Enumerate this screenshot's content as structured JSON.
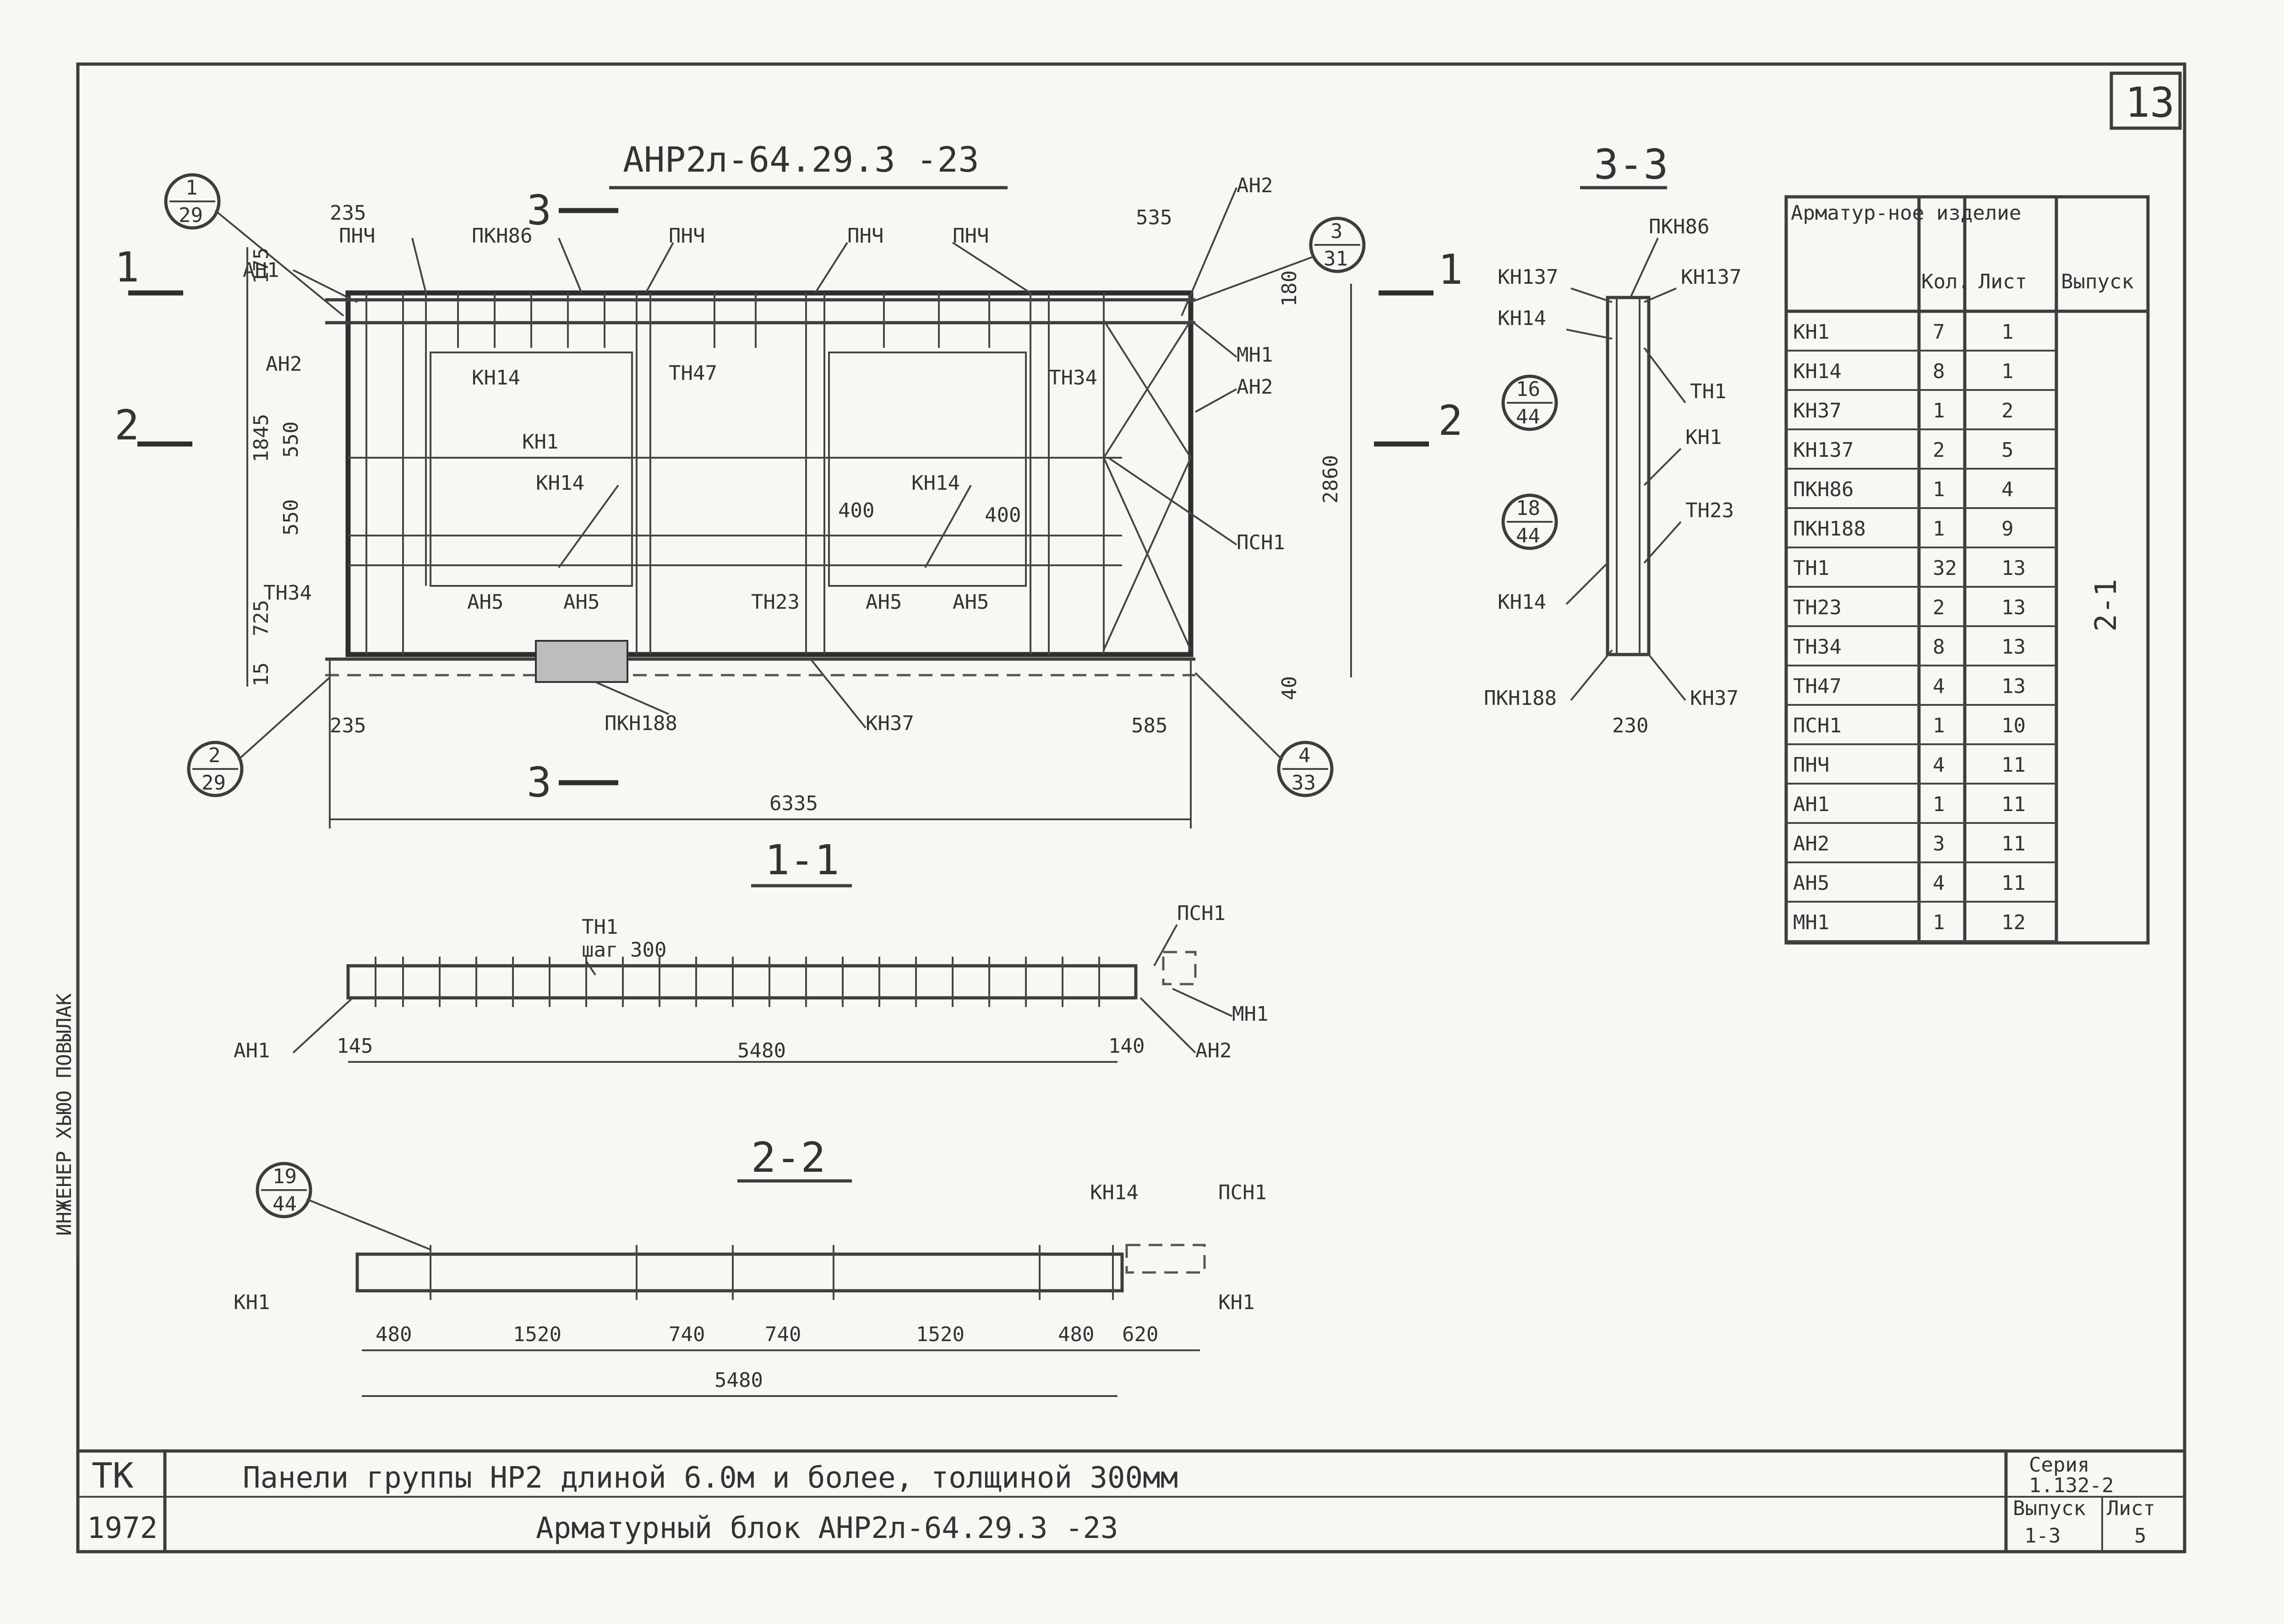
{
  "sheet_number": "13",
  "main_view": {
    "title": "АНР2л-64.29.3 -23",
    "callouts": [
      {
        "num": "1",
        "den": "29"
      },
      {
        "num": "2",
        "den": "29"
      },
      {
        "num": "3",
        "den": "31"
      },
      {
        "num": "4",
        "den": "33"
      }
    ],
    "labels": [
      "АН1",
      "ПНЧ",
      "ПКН86",
      "ПНЧ",
      "ПНЧ",
      "ПНЧ",
      "АН2",
      "АН2",
      "КН14",
      "КН1",
      "ТН47",
      "ТН34",
      "МН1",
      "АН2",
      "КН14",
      "КН14",
      "ПСН1",
      "ТН34",
      "АН5",
      "АН5",
      "ТН23",
      "АН5",
      "АН5",
      "ПКН188",
      "КН37"
    ],
    "dims": {
      "top_left": "235",
      "top_right": "535",
      "h175": "175",
      "h1845": "1845",
      "h550a": "550",
      "h550b": "550",
      "h725": "725",
      "h15": "15",
      "h180": "180",
      "h2860": "2860",
      "d400a": "400",
      "d400b": "400",
      "bottom_left": "235",
      "bottom_right": "585",
      "overall": "6335",
      "h40": "40"
    },
    "cut_marks": [
      "1",
      "1",
      "2",
      "2",
      "3",
      "3"
    ]
  },
  "section_3_3": {
    "title": "3-3",
    "callouts": [
      {
        "num": "16",
        "den": "44"
      },
      {
        "num": "18",
        "den": "44"
      }
    ],
    "labels": [
      "ПКН86",
      "КН137",
      "КН137",
      "КН14",
      "ТН1",
      "КН1",
      "ТН23",
      "КН14",
      "ПКН188",
      "КН37"
    ],
    "dim": "230"
  },
  "section_1_1": {
    "title": "1-1",
    "labels": [
      "ТН1",
      "ПСН1",
      "МН1",
      "АН1",
      "АН2"
    ],
    "step": "шаг 300",
    "dims": {
      "left": "145",
      "main": "5480",
      "right": "140"
    }
  },
  "section_2_2": {
    "title": "2-2",
    "callout": {
      "num": "19",
      "den": "44"
    },
    "labels": [
      "КН14",
      "ПСН1",
      "КН1",
      "КН1"
    ],
    "dims": [
      "480",
      "1520",
      "740",
      "740",
      "1520",
      "480",
      "620"
    ],
    "overall": "5480"
  },
  "spec_table": {
    "headers": [
      "Арматур-ное изделие",
      "Кол.",
      "Лист",
      "Выпуск"
    ],
    "release": "2-1",
    "rows": [
      [
        "КН1",
        "7",
        "1"
      ],
      [
        "КН14",
        "8",
        "1"
      ],
      [
        "КН37",
        "1",
        "2"
      ],
      [
        "КН137",
        "2",
        "5"
      ],
      [
        "ПКН86",
        "1",
        "4"
      ],
      [
        "ПКН188",
        "1",
        "9"
      ],
      [
        "ТН1",
        "32",
        "13"
      ],
      [
        "ТН23",
        "2",
        "13"
      ],
      [
        "ТН34",
        "8",
        "13"
      ],
      [
        "ТН47",
        "4",
        "13"
      ],
      [
        "ПСН1",
        "1",
        "10"
      ],
      [
        "ПНЧ",
        "4",
        "11"
      ],
      [
        "АН1",
        "1",
        "11"
      ],
      [
        "АН2",
        "3",
        "11"
      ],
      [
        "АН5",
        "4",
        "11"
      ],
      [
        "МН1",
        "1",
        "12"
      ]
    ]
  },
  "title_block": {
    "org": "ТК",
    "year": "1972",
    "title_line1": "Панели группы НР2 длиной 6.0м и более, толщиной 300мм",
    "title_line2": "Арматурный блок АНР2л-64.29.3 -23",
    "series_label": "Серия",
    "series_value": "1.132-2",
    "release_label": "Выпуск",
    "release_value": "1-3",
    "sheet_label": "Лист",
    "sheet_value": "5"
  },
  "side_stamp": "ИНЖЕНЕР  ХЬЮО  ПОВЫЛАК"
}
